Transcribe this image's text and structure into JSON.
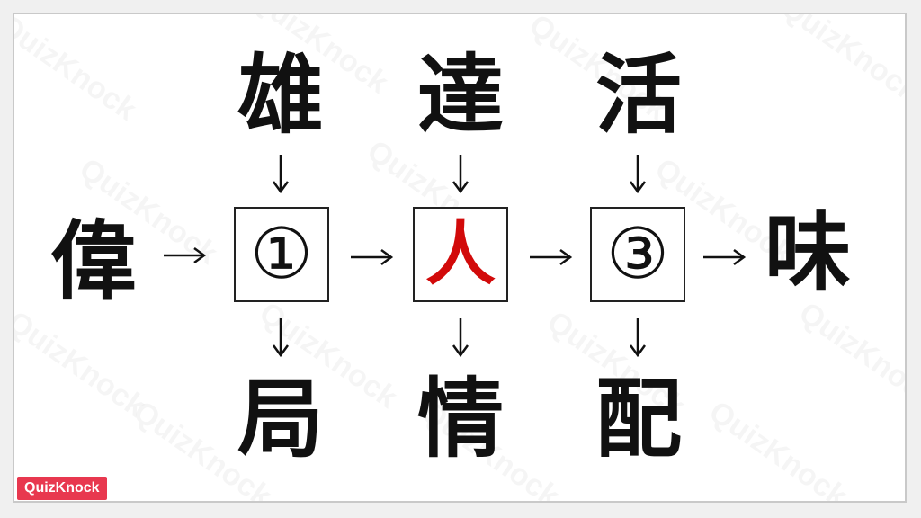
{
  "puzzle": {
    "left": "偉",
    "right": "味",
    "top": [
      "雄",
      "達",
      "活"
    ],
    "bottom": [
      "局",
      "情",
      "配"
    ],
    "boxes": [
      "①",
      "人",
      "③"
    ],
    "answer_color": "#d20a0a"
  },
  "brand": {
    "logo": "QuizKnock",
    "watermark": "QuizKnock"
  },
  "icons": {
    "arrow_right": "arrow-right-icon",
    "arrow_down": "arrow-down-icon"
  }
}
